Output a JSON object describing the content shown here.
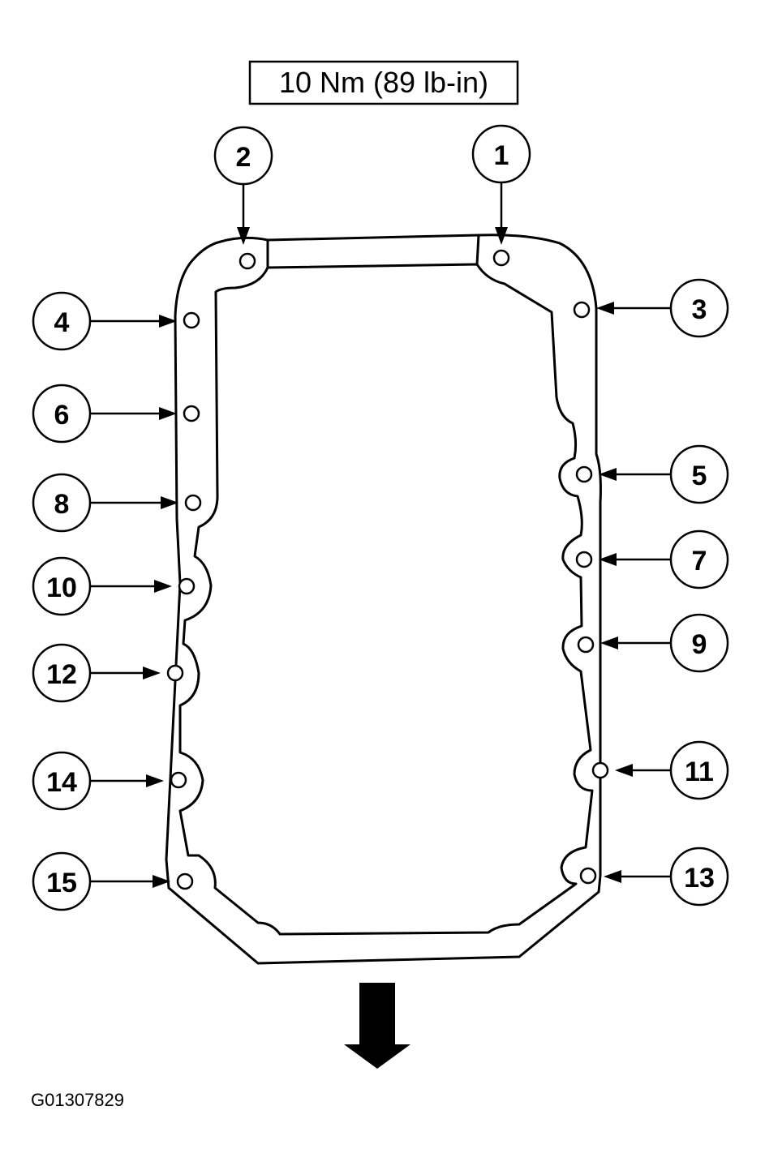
{
  "torque_spec": "10 Nm (89 lb-in)",
  "figure_id": "G01307829",
  "bolts": [
    {
      "label": "1"
    },
    {
      "label": "2"
    },
    {
      "label": "3"
    },
    {
      "label": "4"
    },
    {
      "label": "5"
    },
    {
      "label": "6"
    },
    {
      "label": "7"
    },
    {
      "label": "8"
    },
    {
      "label": "9"
    },
    {
      "label": "10"
    },
    {
      "label": "11"
    },
    {
      "label": "12"
    },
    {
      "label": "13"
    },
    {
      "label": "14"
    },
    {
      "label": "15"
    }
  ]
}
